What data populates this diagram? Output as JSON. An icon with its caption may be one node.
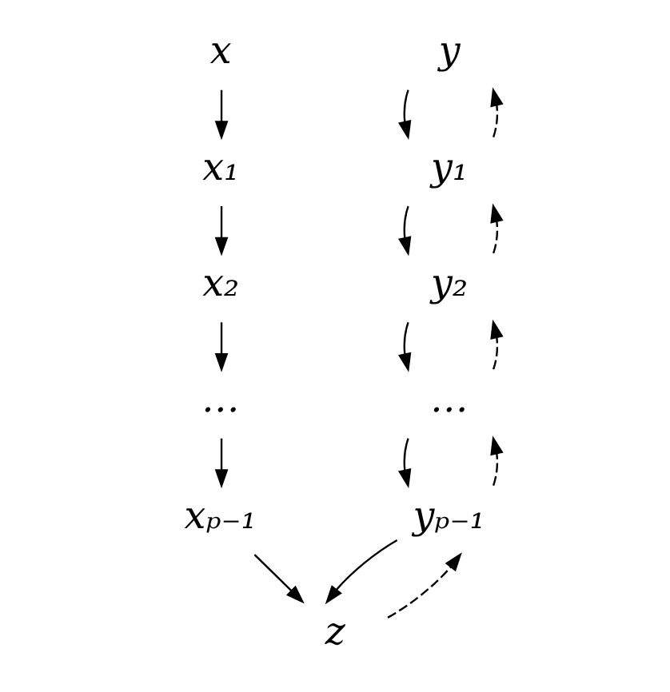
{
  "diagram": {
    "nodes": [
      {
        "text": [
          "x"
        ]
      },
      {
        "text": [
          "y"
        ]
      },
      {
        "text": [
          "x₁"
        ]
      },
      {
        "text": [
          "y₁"
        ]
      },
      {
        "text": [
          "x₂"
        ]
      },
      {
        "text": [
          "y₂"
        ]
      },
      {
        "text": [
          "…"
        ]
      },
      {
        "text": [
          "…"
        ]
      },
      {
        "text": [
          "xₚ₋₁"
        ]
      },
      {
        "text": [
          "yₚ₋₁"
        ]
      },
      {
        "text": [
          "z"
        ]
      }
    ],
    "edges": [
      {
        "from": 0,
        "to": 2,
        "arrow": "to"
      },
      {
        "from": 2,
        "to": 4,
        "arrow": "to"
      },
      {
        "from": 4,
        "to": 6,
        "arrow": "to"
      },
      {
        "from": 6,
        "to": 8,
        "arrow": "to"
      },
      {
        "from": 8,
        "to": 10,
        "arrow": "to"
      },
      {
        "from": 1,
        "to": 3,
        "arrow": "to"
      },
      {
        "from": 3,
        "to": 5,
        "arrow": "to"
      },
      {
        "from": 5,
        "to": 7,
        "arrow": "to"
      },
      {
        "from": 7,
        "to": 9,
        "arrow": "to"
      },
      {
        "from": 9,
        "to": 10,
        "arrow": "to"
      },
      {
        "from": 10,
        "to": 9,
        "arrow": "to",
        "style": "dashed"
      },
      {
        "from": 9,
        "to": 7,
        "arrow": "to",
        "style": "dashed"
      },
      {
        "from": 7,
        "to": 5,
        "arrow": "to",
        "style": "dashed"
      },
      {
        "from": 5,
        "to": 3,
        "arrow": "to",
        "style": "dashed"
      },
      {
        "from": 3,
        "to": 1,
        "arrow": "to",
        "style": "dashed"
      }
    ]
  }
}
